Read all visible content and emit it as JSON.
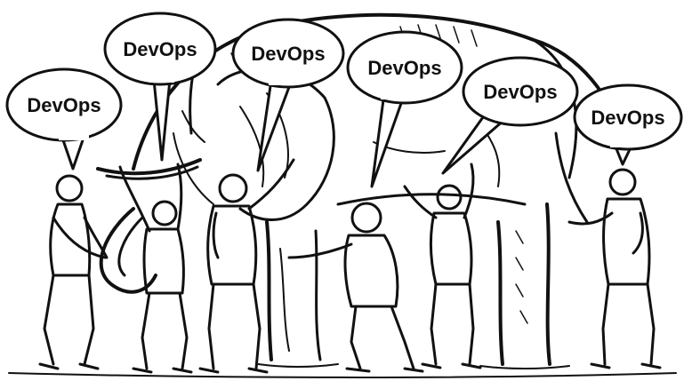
{
  "speech_bubbles": [
    {
      "id": "man-1",
      "text": "DevOps"
    },
    {
      "id": "man-2",
      "text": "DevOps"
    },
    {
      "id": "man-3",
      "text": "DevOps"
    },
    {
      "id": "man-4",
      "text": "DevOps"
    },
    {
      "id": "man-5",
      "text": "DevOps"
    },
    {
      "id": "man-6",
      "text": "DevOps"
    }
  ],
  "colors": {
    "ink": "#111111",
    "background": "#ffffff"
  }
}
